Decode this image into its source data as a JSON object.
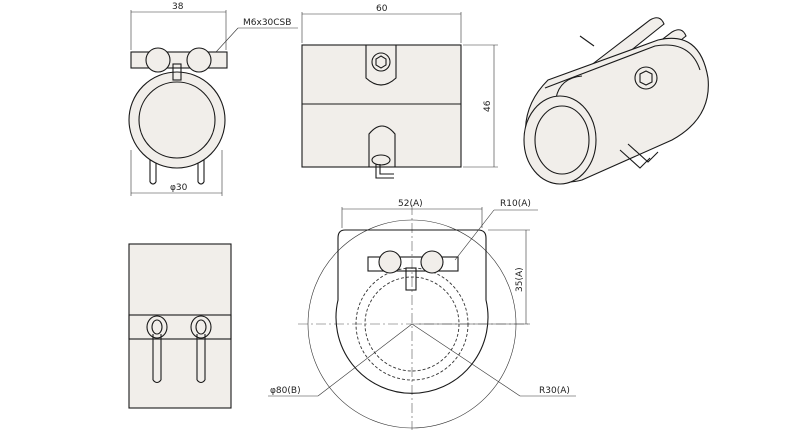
{
  "dimensions": {
    "front_width": "38",
    "bolt_callout": "M6x30CSB",
    "front_bore_dia": "φ30",
    "side_length": "60",
    "side_height": "46",
    "pattern_width": "52(A)",
    "slot_radius": "R10(A)",
    "pattern_height": "35(A)",
    "outer_dia": "φ80(B)",
    "bore_radius": "R30(A)"
  },
  "colors": {
    "line": "#1a1a1a",
    "part_fill": "#f1eeea",
    "centerline": "#555555"
  }
}
